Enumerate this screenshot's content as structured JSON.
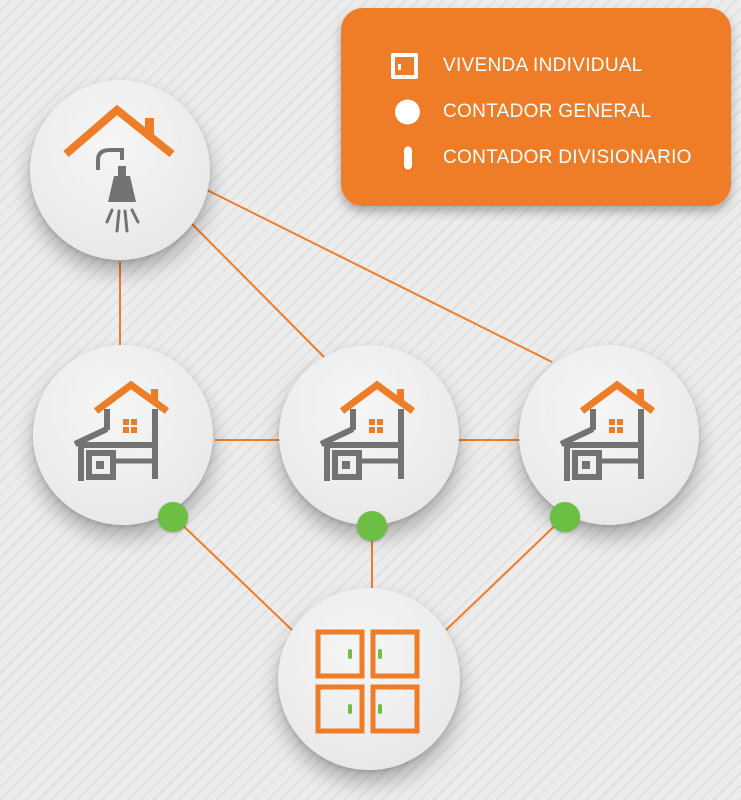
{
  "legend": {
    "items": [
      {
        "label": "VIVENDA INDIVIDUAL",
        "icon": "door-square-icon"
      },
      {
        "label": "CONTADOR GENERAL",
        "icon": "white-circle-icon"
      },
      {
        "label": "CONTADOR DIVISIONARIO",
        "icon": "white-pill-icon"
      }
    ]
  },
  "nodes": [
    {
      "id": "supply",
      "icon": "house-roof-shower-icon"
    },
    {
      "id": "home-1",
      "icon": "house-icon"
    },
    {
      "id": "home-2",
      "icon": "house-icon"
    },
    {
      "id": "home-3",
      "icon": "house-icon"
    },
    {
      "id": "meters",
      "icon": "meter-cabinet-icon"
    }
  ],
  "meter_points": 3,
  "colors": {
    "accent_orange": "#ef7d28",
    "icon_gray": "#737373",
    "meter_green": "#6cbf43",
    "node_fill": "#ececec"
  }
}
